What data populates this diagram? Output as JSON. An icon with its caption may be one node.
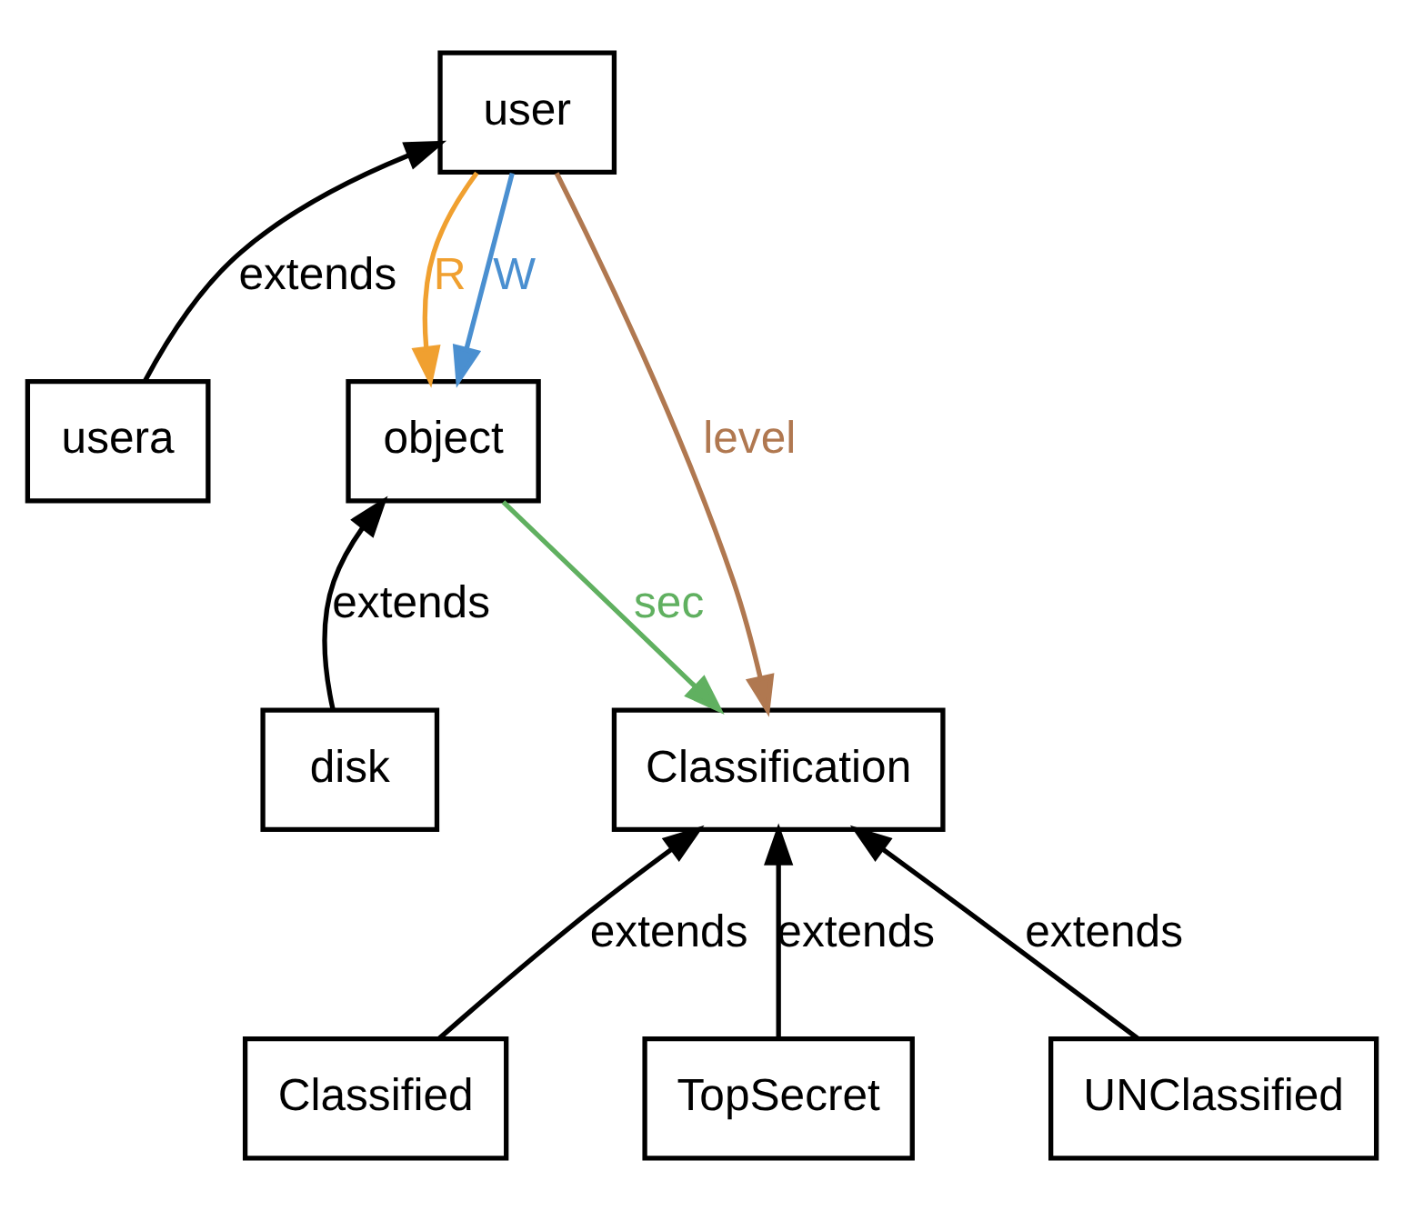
{
  "diagram": {
    "nodes": [
      {
        "text": [
          "user"
        ]
      },
      {
        "text": [
          "usera"
        ]
      },
      {
        "text": [
          "object"
        ]
      },
      {
        "text": [
          "disk"
        ]
      },
      {
        "text": [
          "Classification"
        ]
      },
      {
        "text": [
          "Classified"
        ]
      },
      {
        "text": [
          "TopSecret"
        ]
      },
      {
        "text": [
          "UNClassified"
        ]
      }
    ],
    "edges": [
      {
        "from": 1,
        "to": 0,
        "arrow": "to",
        "label": "extends"
      },
      {
        "from": 0,
        "to": 2,
        "arrow": "to",
        "label": "R",
        "color": "#f0a030"
      },
      {
        "from": 0,
        "to": 2,
        "arrow": "to",
        "label": "W",
        "color": "#4a8fd0"
      },
      {
        "from": 0,
        "to": 4,
        "arrow": "to",
        "label": "level",
        "color": "#b07850"
      },
      {
        "from": 3,
        "to": 2,
        "arrow": "to",
        "label": "extends"
      },
      {
        "from": 2,
        "to": 4,
        "arrow": "to",
        "label": "sec",
        "color": "#60b060"
      },
      {
        "from": 5,
        "to": 4,
        "arrow": "to",
        "label": "extends"
      },
      {
        "from": 6,
        "to": 4,
        "arrow": "to",
        "label": "extends"
      },
      {
        "from": 7,
        "to": 4,
        "arrow": "to",
        "label": "extends"
      }
    ]
  }
}
